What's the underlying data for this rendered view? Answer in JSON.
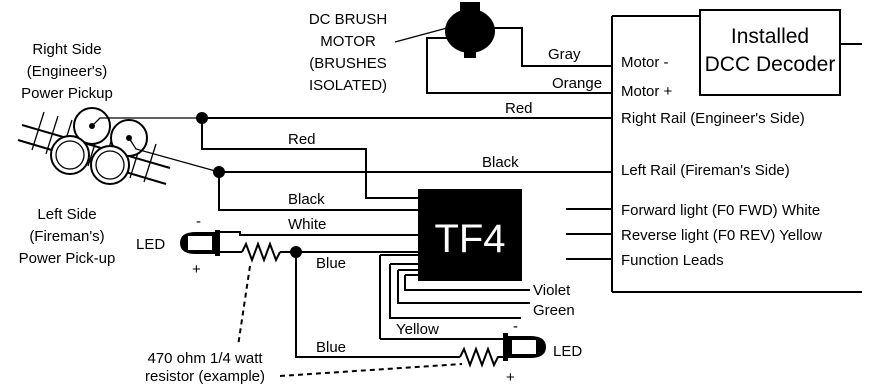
{
  "motor_note": [
    "DC BRUSH",
    "MOTOR",
    "(BRUSHES",
    "ISOLATED)"
  ],
  "decoder_title": [
    "Installed",
    "DCC Decoder"
  ],
  "right_pickup_note": [
    "Right Side",
    "(Engineer's)",
    "Power Pickup"
  ],
  "left_pickup_note": [
    "Left Side",
    "(Fireman's)",
    "Power Pick-up"
  ],
  "chip_label": "TF4",
  "wires": {
    "gray": "Gray",
    "orange": "Orange",
    "red_top": "Red",
    "red_mid": "Red",
    "black_right": "Black",
    "black_left": "Black",
    "white": "White",
    "blue_top": "Blue",
    "blue_bottom": "Blue",
    "violet": "Violet",
    "green": "Green",
    "yellow": "Yellow"
  },
  "decoder_pins": {
    "motor_minus": "Motor -",
    "motor_plus": "Motor +",
    "right_rail": "Right Rail (Engineer's Side)",
    "left_rail": "Left Rail (Fireman's Side)",
    "forward_light": "Forward light (F0 FWD) White",
    "reverse_light": "Reverse light (F0 REV) Yellow",
    "function_leads": "Function Leads"
  },
  "led_left": {
    "label": "LED",
    "minus": "-",
    "plus": "+"
  },
  "led_right": {
    "label": "LED",
    "minus": "-",
    "plus": "+"
  },
  "resistor_note": [
    "470 ohm 1/4 watt",
    "resistor (example)"
  ]
}
